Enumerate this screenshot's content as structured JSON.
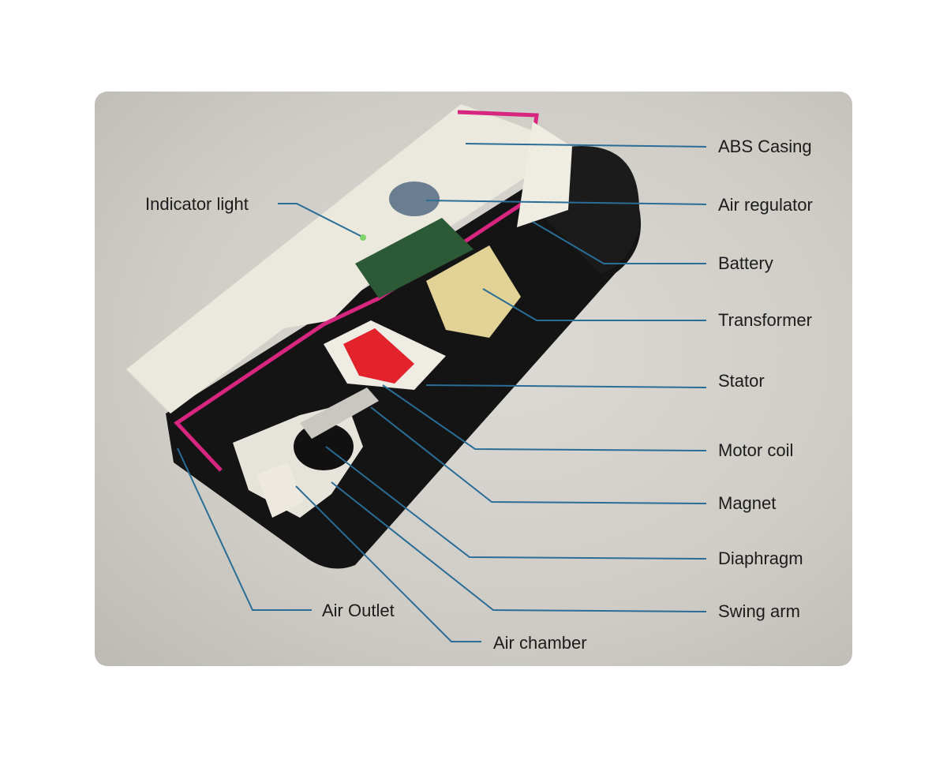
{
  "diagram": {
    "labels": {
      "abs_casing": "ABS Casing",
      "indicator_light": "Indicator light",
      "air_regulator": "Air regulator",
      "battery": "Battery",
      "transformer": "Transformer",
      "stator": "Stator",
      "motor_coil": "Motor coil",
      "magnet": "Magnet",
      "diaphragm": "Diaphragm",
      "swing_arm": "Swing arm",
      "air_outlet": "Air Outlet",
      "air_chamber": "Air chamber"
    },
    "colors": {
      "leader_line": "#2a6d96",
      "casing_edge": "#d6267f",
      "coil": "#e2232b",
      "interior": "#141414",
      "casing": "#ebe8dd"
    }
  }
}
